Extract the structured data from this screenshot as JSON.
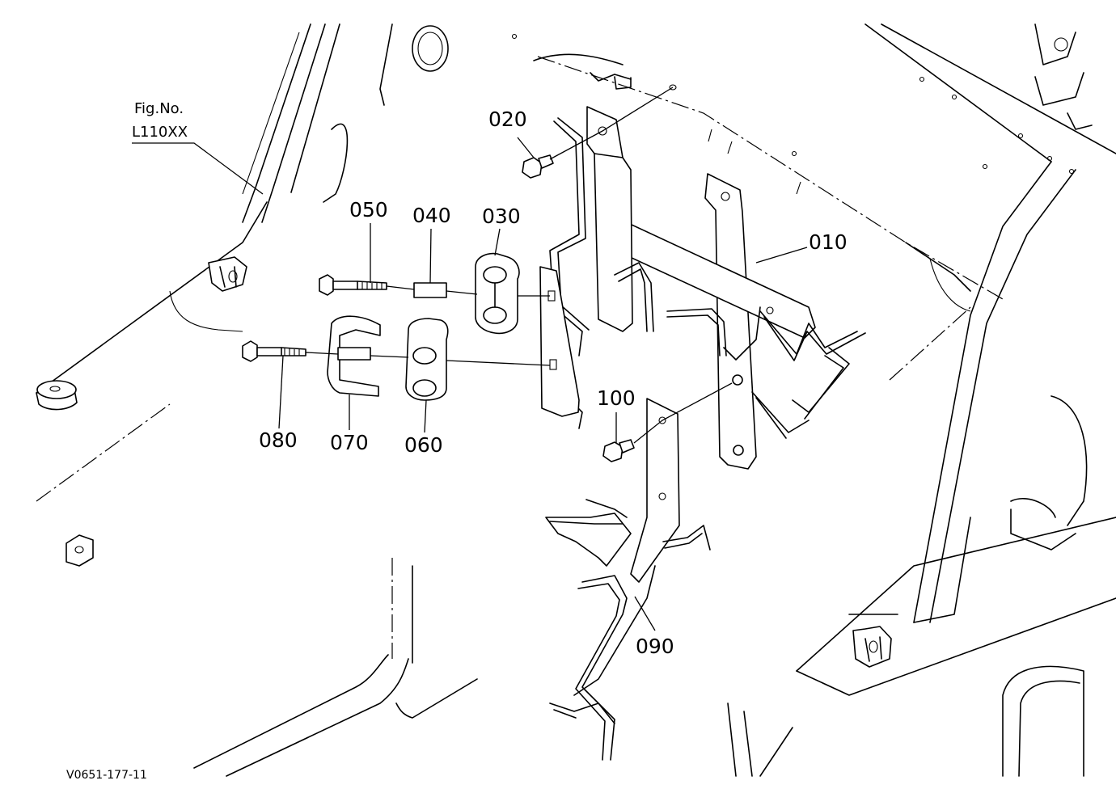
{
  "figure": {
    "fig_no_label": "Fig.No.",
    "fig_no_value": "L110XX",
    "code": "V0651-177-11"
  },
  "parts": [
    {
      "id": "010"
    },
    {
      "id": "020"
    },
    {
      "id": "030"
    },
    {
      "id": "040"
    },
    {
      "id": "050"
    },
    {
      "id": "060"
    },
    {
      "id": "070"
    },
    {
      "id": "080"
    },
    {
      "id": "090"
    },
    {
      "id": "100"
    }
  ]
}
